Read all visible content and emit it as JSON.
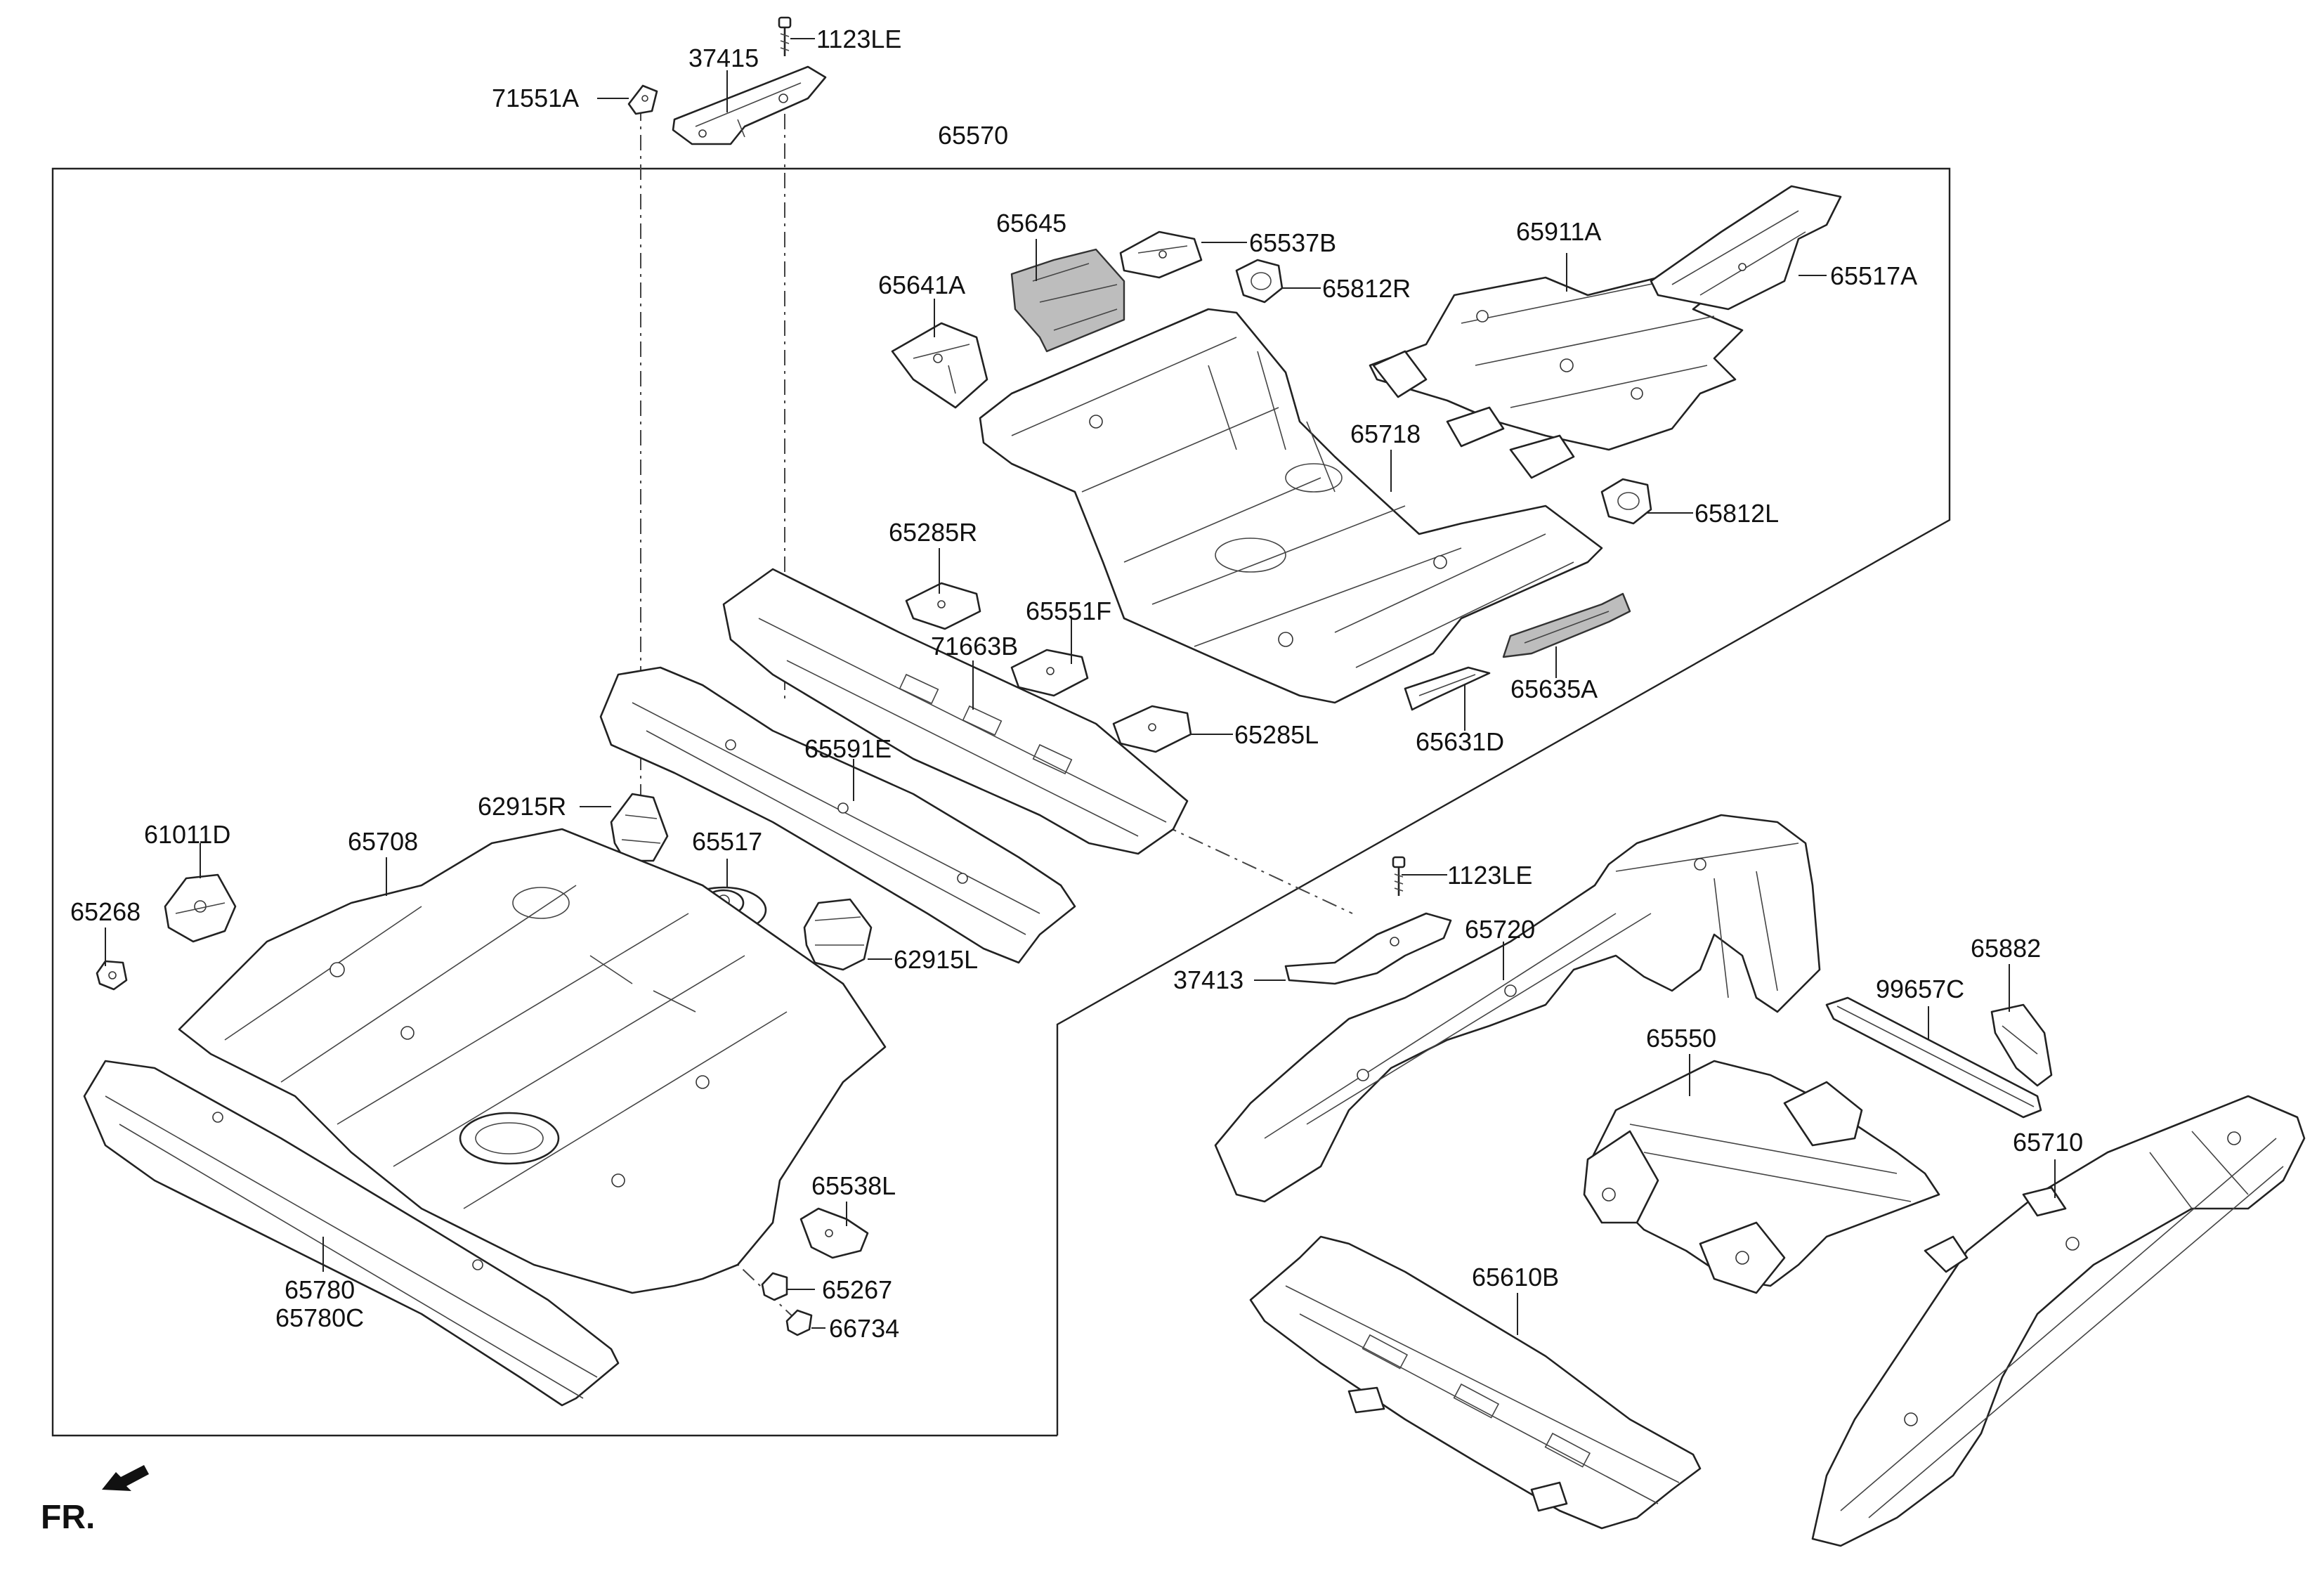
{
  "labels": {
    "l_71551A": "71551A",
    "l_37415": "37415",
    "l_1123LE_top": "1123LE",
    "l_65570": "65570",
    "l_65645": "65645",
    "l_65537B": "65537B",
    "l_65911A": "65911A",
    "l_65517A": "65517A",
    "l_65641A": "65641A",
    "l_65812R": "65812R",
    "l_65718": "65718",
    "l_65812L": "65812L",
    "l_65285R": "65285R",
    "l_65551F": "65551F",
    "l_71663B": "71663B",
    "l_65635A": "65635A",
    "l_65285L": "65285L",
    "l_65631D": "65631D",
    "l_65591E": "65591E",
    "l_61011D": "61011D",
    "l_65708": "65708",
    "l_62915R": "62915R",
    "l_65517": "65517",
    "l_65268": "65268",
    "l_62915L": "62915L",
    "l_1123LE_mid": "1123LE",
    "l_65720": "65720",
    "l_37413": "37413",
    "l_65882": "65882",
    "l_99657C": "99657C",
    "l_65550": "65550",
    "l_65710": "65710",
    "l_65538L": "65538L",
    "l_65267": "65267",
    "l_66734": "66734",
    "l_65780": "65780",
    "l_65780C": "65780C",
    "l_65610B": "65610B",
    "l_FR": "FR."
  }
}
